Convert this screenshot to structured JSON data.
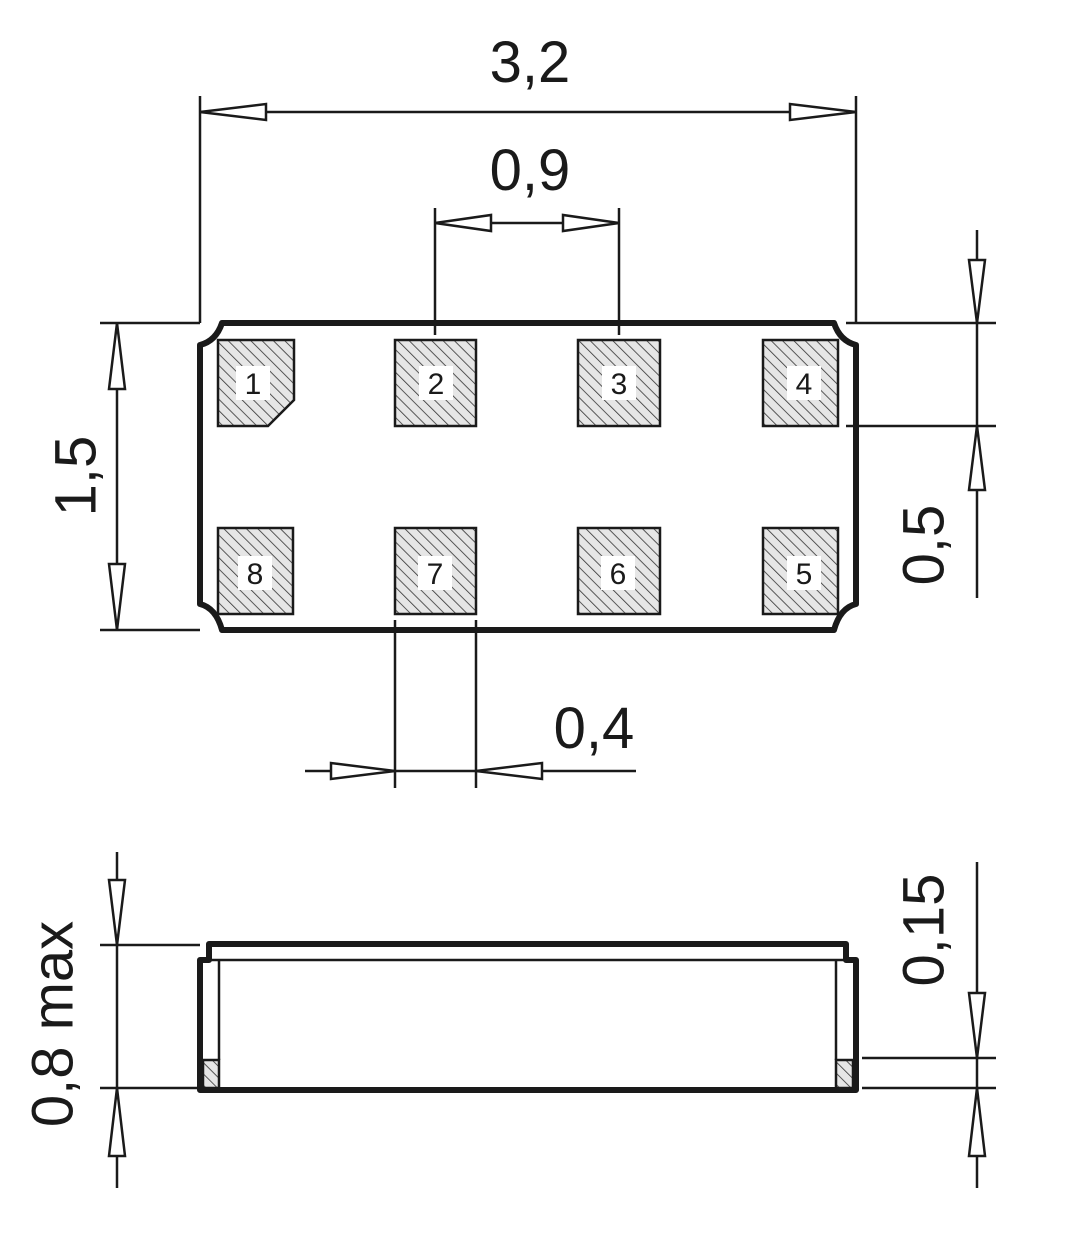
{
  "top_view": {
    "pads": [
      {
        "label": "1"
      },
      {
        "label": "2"
      },
      {
        "label": "3"
      },
      {
        "label": "4"
      },
      {
        "label": "8"
      },
      {
        "label": "7"
      },
      {
        "label": "6"
      },
      {
        "label": "5"
      }
    ],
    "dimensions": {
      "width": "3,2",
      "pitch": "0,9",
      "height": "1,5",
      "pad_height": "0,5",
      "pad_width": "0,4"
    }
  },
  "side_view": {
    "dimensions": {
      "height": "0,8 max",
      "base": "0,15"
    }
  },
  "colors": {
    "line": "#1a1a1a",
    "background": "#ffffff"
  }
}
